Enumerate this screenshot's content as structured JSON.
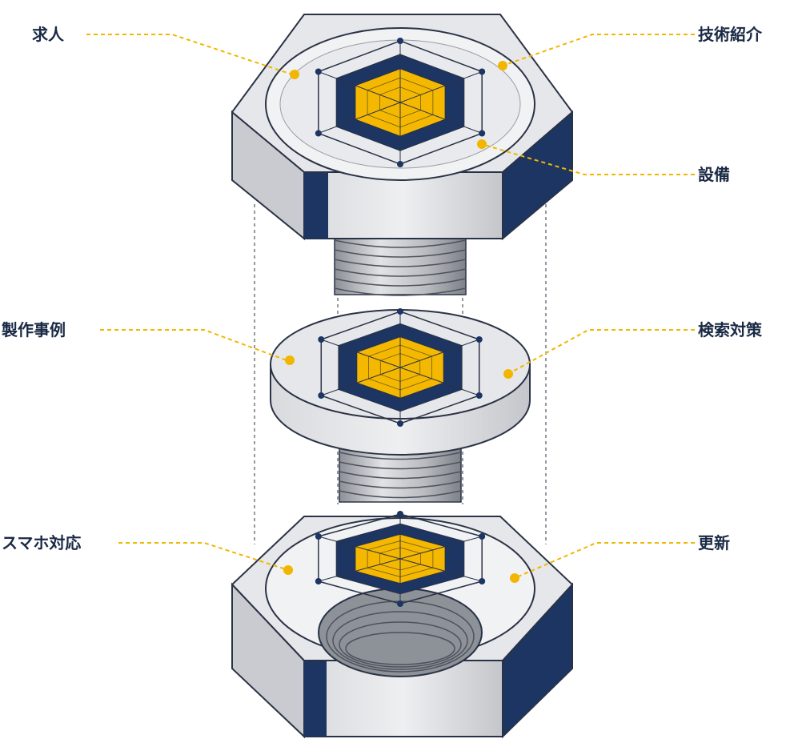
{
  "labels": {
    "kyujin": "求人",
    "gijutsu": "技術紹介",
    "setsubi": "設備",
    "seisaku": "製作事例",
    "kensaku": "検索対策",
    "smartphone": "スマホ対応",
    "koshin": "更新"
  },
  "colors": {
    "navy": "#1c3563",
    "steel_light": "#e6e7ea",
    "steel_mid": "#c9cbd0",
    "steel_dark": "#9a9da4",
    "yellow": "#f5b800",
    "outline": "#2a3346",
    "leader": "#f2b600"
  }
}
